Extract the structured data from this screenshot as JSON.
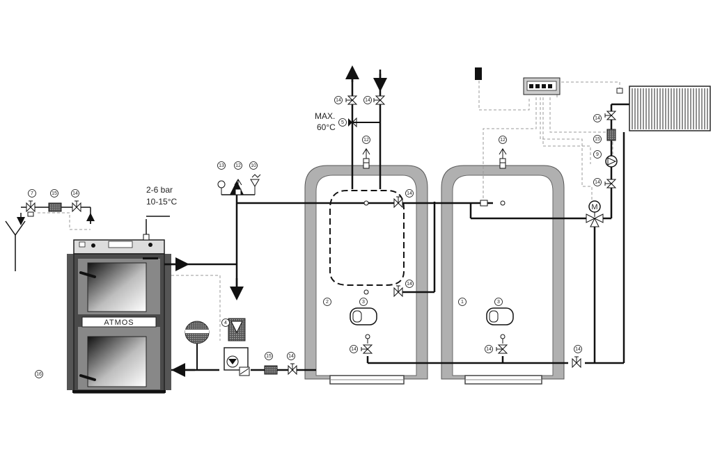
{
  "labels": {
    "pressure": "2-6 bar",
    "cold_water_temp": "10-15°C",
    "max_temp_line1": "MAX.",
    "max_temp_line2": "60°C",
    "boiler_brand": "ATMOS"
  },
  "component_numbers": {
    "safety_valve": "7",
    "filter_inlet": "15",
    "valve_inlet": "14",
    "thermometer": "13",
    "air_vent_boiler": "12",
    "relief_valve": "10",
    "valve_dhw_out": "14",
    "valve_dhw_in": "14",
    "mixing_valve": "5",
    "air_vent_tank2": "12",
    "air_vent_tank1": "12",
    "valve_tank2_top": "14",
    "valve_tank2_coil": "14",
    "tank2": "2",
    "tank1": "1",
    "flange_tank2": "3",
    "flange_tank1": "3",
    "drain_tank2": "14",
    "drain_tank1": "14",
    "laddomat": "4",
    "filter_return": "15",
    "valve_return": "14",
    "valve_heating_return": "14",
    "valve_rad_top": "14",
    "filter_rad": "15",
    "pump": "9",
    "valve_rad_bottom": "14",
    "floor_item": "16"
  },
  "mixer_motor_symbol": "M",
  "colors": {
    "pipe": "#111111",
    "control_line": "#999999",
    "insulation": "#a8a8a8",
    "boiler_body": "#4a4a4a"
  },
  "icons": [
    "valve-icon",
    "filter-icon",
    "pump-icon",
    "air-vent-icon",
    "thermometer-icon",
    "expansion-vessel-icon",
    "radiator-icon",
    "controller-icon",
    "sensor-icon",
    "motor-valve-icon",
    "drain-funnel-icon"
  ]
}
